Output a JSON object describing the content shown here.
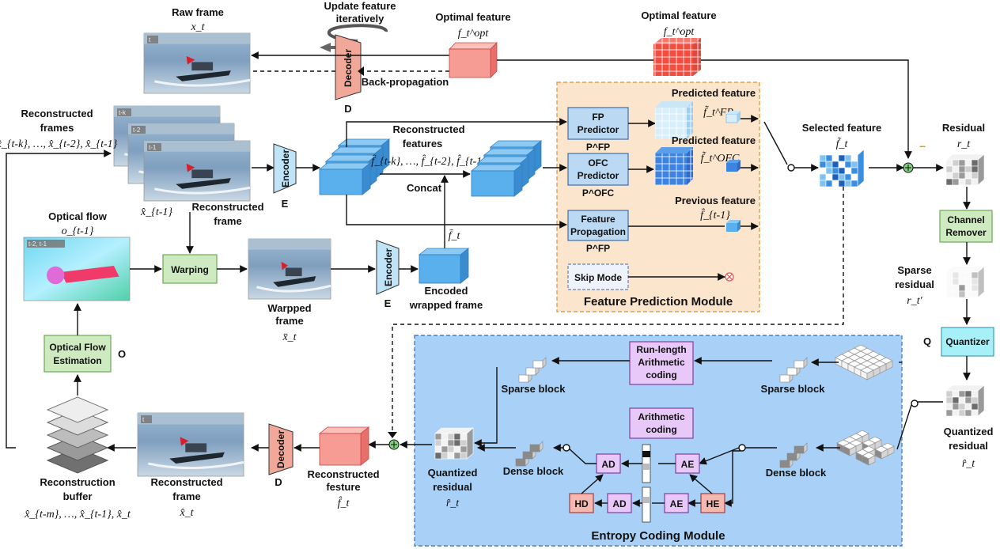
{
  "frame_tags": {
    "raw": "t",
    "tk": "t-k",
    "t2": "t-2",
    "t1": "t-1",
    "flow": "t-2, t-1",
    "warp": "",
    "recon": "t"
  },
  "labels": {
    "raw_frame": "Raw frame",
    "raw_frame_sym": "x_t",
    "update_feature": [
      "Update feature",
      "iteratively"
    ],
    "decoder": "Decoder",
    "decoder_letter": "D",
    "back_prop": "Back-propagation",
    "optimal_feature_1": "Optimal feature",
    "optimal_feature_2": "Optimal feature",
    "fopt": "f_t^opt",
    "reconstructed_frames": [
      "Reconstructed",
      "frames"
    ],
    "recon_frames_sym": "x̂_{t-k}, …, x̂_{t-2}, x̂_{t-1}",
    "encoder": "Encoder",
    "encoder_letter": "E",
    "reconstructed_frame": [
      "Reconstructed",
      "frame"
    ],
    "xhat_t1": "x̂_{t-1}",
    "reconstructed_features": [
      "Reconstructed",
      "features"
    ],
    "recon_features_sym": "f̂_{t-k}, …, f̂_{t-2}, f̂_{t-1}",
    "concat": "Concat",
    "fbar": "f̄_t",
    "optical_flow": "Optical flow",
    "optical_flow_sym": "o_{t-1}",
    "warping": "Warping",
    "warpped_frame": [
      "Warpped",
      "frame"
    ],
    "xbar": "x̄_t",
    "encoded_wrapped": [
      "Encoded",
      "wrapped frame"
    ],
    "optical_flow_estimation": [
      "Optical Flow",
      "Estimation"
    ],
    "o_letter": "O",
    "fp_predictor": [
      "FP",
      "Predictor"
    ],
    "pfp": "P^FP",
    "ofc_predictor": [
      "OFC",
      "Predictor"
    ],
    "pofc": "P^OFC",
    "feature_propagation": [
      "Feature",
      "Propagation"
    ],
    "pfp2": "P^FP",
    "skip_mode": "Skip Mode",
    "predicted_feature_1": "Predicted feature",
    "predicted_feature_2": "Predicted feature",
    "previous_feature": "Previous feature",
    "ftilde_fp": "f̃_t^FP",
    "ftilde_ofc": "f̃_t^OFC",
    "fhat_t1": "f̂_{t-1}",
    "fpm_title": "Feature Prediction Module",
    "selected_feature": "Selected feature",
    "selected_sym": "f̃_t",
    "residual": "Residual",
    "residual_sym": "r_t",
    "minus": "−",
    "channel_remover": [
      "Channel",
      "Remover"
    ],
    "sparse_residual": [
      "Sparse",
      "residual"
    ],
    "sparse_sym": "r_t′",
    "q_letter": "Q",
    "quantizer": "Quantizer",
    "quantized_residual": [
      "Quantized",
      "residual"
    ],
    "quantized_sym": "r̂_t",
    "run_length": [
      "Run-length",
      "Arithmetic",
      "coding"
    ],
    "arithmetic": [
      "Arithmetic",
      "coding"
    ],
    "sparse_block_l": "Sparse block",
    "sparse_block_r": "Sparse block",
    "dense_block_l": "Dense block",
    "dense_block_r": "Dense block",
    "ad": "AD",
    "ae": "AE",
    "hd": "HD",
    "he": "HE",
    "ecm_title": "Entropy Coding Module",
    "quantized_residual_l": [
      "Quantized",
      "residual"
    ],
    "quantized_sym_l": "r̂_t",
    "reconstructed_festure": [
      "Reconstructed",
      "festure"
    ],
    "fhat_t": "f̂_t",
    "reconstructed_frame_b": [
      "Reconstructed",
      "frame"
    ],
    "xhat_t": "x̂_t",
    "reconstruction_buffer": [
      "Reconstruction",
      "buffer"
    ],
    "buffer_sym": "x̂_{t-m}, …, x̂_{t-1}, x̂_t"
  },
  "colors": {
    "fpm_bg": "#fbe5cc",
    "fpm_border": "#e0a050",
    "ecm_bg": "#a9d1f7",
    "ecm_border": "#4a7fc0",
    "predictor_fill": "#bcd9f3",
    "predictor_stroke": "#3e6fb0",
    "green_box": "#cdeac0",
    "green_stroke": "#6aaa55",
    "cyan_box": "#a7f0f7",
    "purple_box": "#e8c8f8",
    "purple_stroke": "#8040a0",
    "pink_box": "#f4b8b0",
    "encoder_fill": "#bfe4f8",
    "decoder_fill": "#f2a898",
    "cube_blue": "#5ab0ec",
    "cube_red": "#f79b95"
  }
}
